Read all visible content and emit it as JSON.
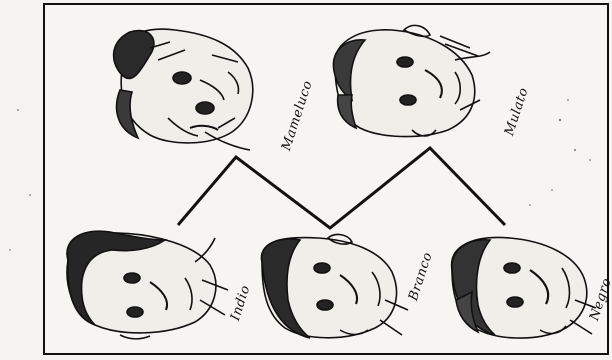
{
  "figures": {
    "top": [
      {
        "id": "mameluco",
        "label": "Mameluco"
      },
      {
        "id": "mulato",
        "label": "Mulato"
      }
    ],
    "bottom": [
      {
        "id": "indio",
        "label": "Indio"
      },
      {
        "id": "branco",
        "label": "Branco"
      },
      {
        "id": "negro",
        "label": "Negro"
      }
    ]
  },
  "colors": {
    "ink": "#111111",
    "paper": "#f6f5f1"
  }
}
